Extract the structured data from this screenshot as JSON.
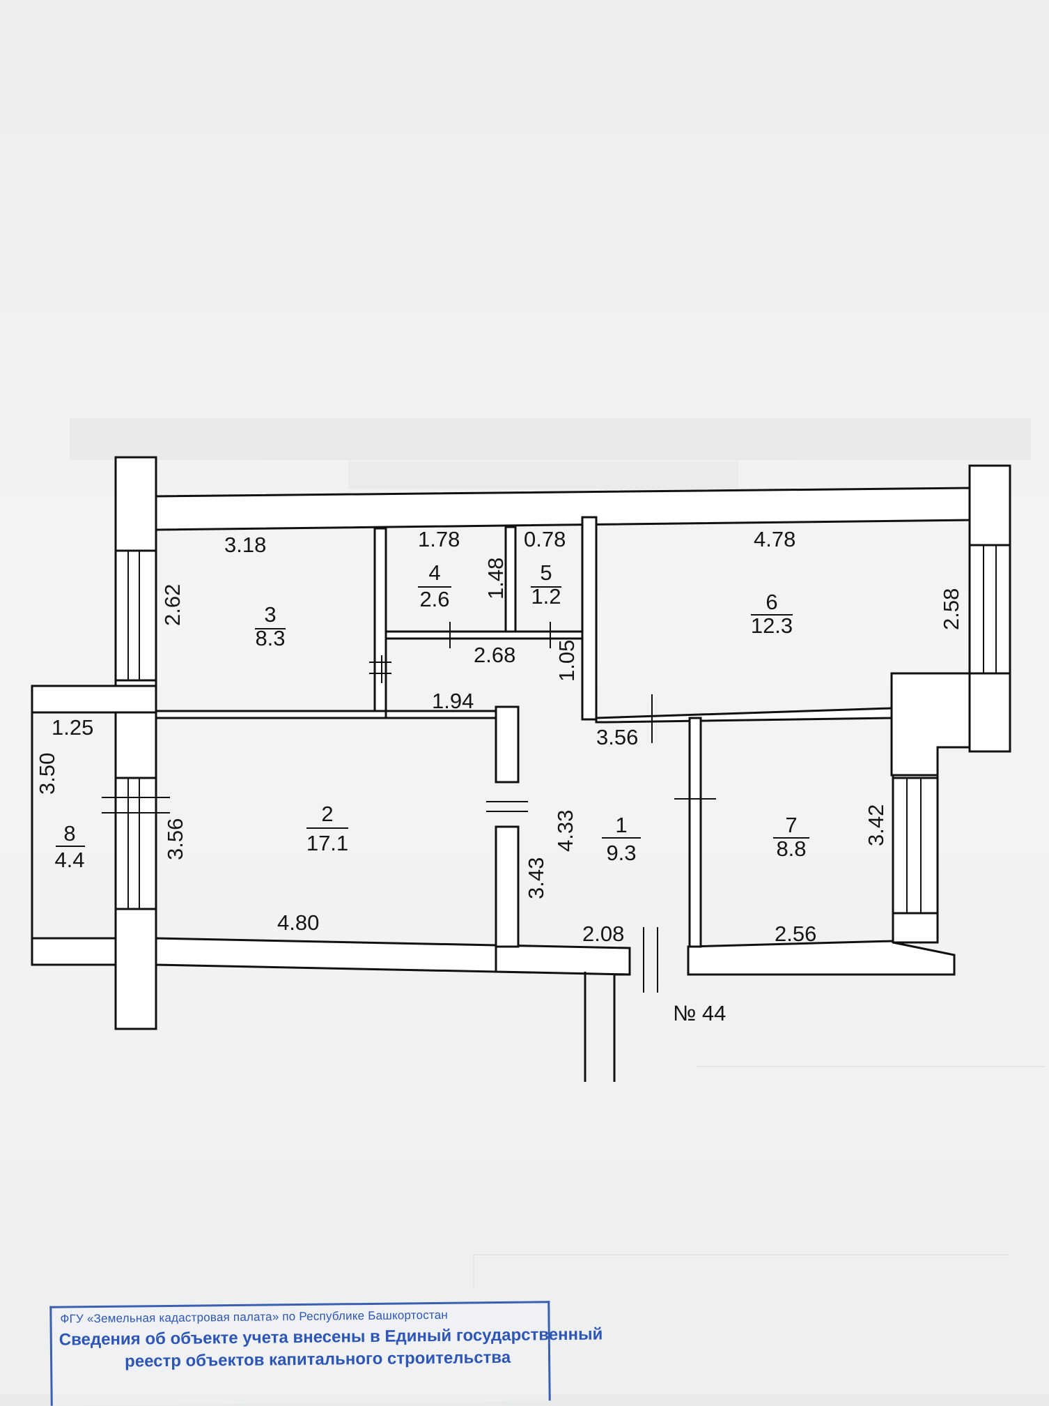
{
  "plan": {
    "apartment_label": "№ 44",
    "rooms": [
      {
        "number": "1",
        "area": "9.3"
      },
      {
        "number": "2",
        "area": "17.1"
      },
      {
        "number": "3",
        "area": "8.3"
      },
      {
        "number": "4",
        "area": "2.6"
      },
      {
        "number": "5",
        "area": "1.2"
      },
      {
        "number": "6",
        "area": "12.3"
      },
      {
        "number": "7",
        "area": "8.8"
      },
      {
        "number": "8",
        "area": "4.4"
      }
    ],
    "dimensions": {
      "room3_width": "3.18",
      "room3_height": "2.62",
      "room4_width": "1.78",
      "room4_height": "1.48",
      "room5_width": "0.78",
      "room6_width": "4.78",
      "room6_height": "2.58",
      "hall_upper_width": "2.68",
      "hall_upper_height": "1.05",
      "corridor_width": "1.94",
      "hall_width": "3.56",
      "balcony_width": "1.25",
      "balcony_height": "3.50",
      "room2_height": "3.56",
      "room2_width": "4.80",
      "hall_height": "4.33",
      "hall_height_lower": "3.43",
      "room7_height": "3.42",
      "entrance_width": "2.08",
      "room7_width": "2.56"
    }
  },
  "stamp": {
    "line1": "ФГУ «Земельная кадастровая палата» по Республике  Башкортостан",
    "line2": "Сведения об объекте учета внесены в Единый государственный",
    "line3": "реестр объектов капитального строительства"
  }
}
